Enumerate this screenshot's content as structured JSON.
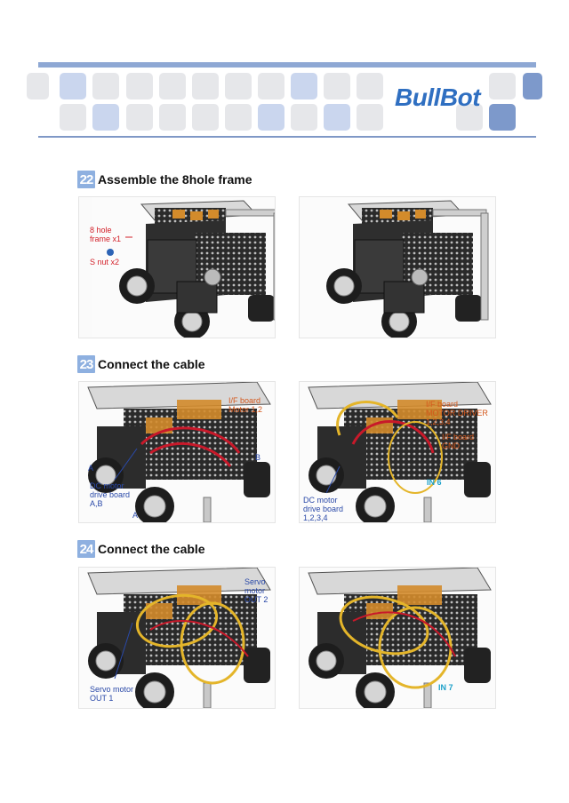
{
  "header": {
    "brand": "BullBot"
  },
  "steps": [
    {
      "number": "22",
      "title": "Assemble the 8hole frame",
      "left_labels": {
        "frame": "8 hole\nframe x1",
        "nut": "S nut x2"
      }
    },
    {
      "number": "23",
      "title": "Connect the cable",
      "left_labels": {
        "if_board": "I/F board\nMotor 1,2",
        "dc_motor": "DC motor\ndrive board\nA,B",
        "a1": "A",
        "b1": "B",
        "a2": "A"
      },
      "right_labels": {
        "if_driver": "I/F board\nMOTOR DRIVER\n1,2,3,4",
        "if_gnd": "I/F board\nGND",
        "in": "IN 6",
        "dc_motor": "DC motor\ndrive board\n1,2,3,4"
      }
    },
    {
      "number": "24",
      "title": "Connect the cable",
      "left_labels": {
        "servo2": "Servo\nmotor\nOUT 2",
        "servo1": "Servo motor\nOUT 1"
      },
      "right_labels": {
        "in": "IN 7"
      }
    }
  ]
}
